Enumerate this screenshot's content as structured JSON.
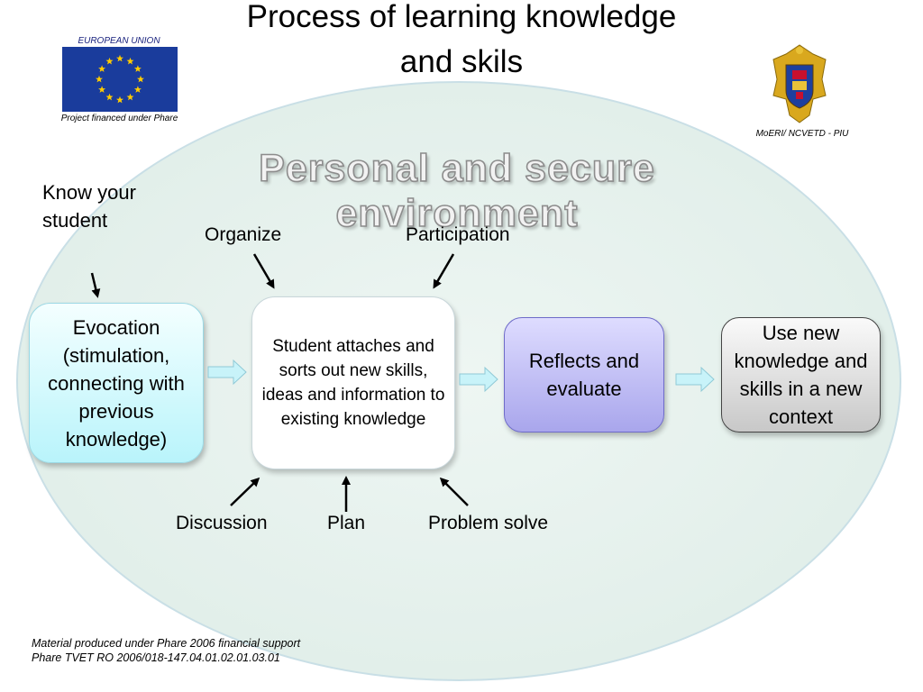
{
  "slide": {
    "title": "Process of learning knowledge and skils",
    "eu_label": "EUROPEAN UNION",
    "eu_caption": "Project financed under Phare",
    "crest_caption": "MoERI/ NCVETD - PIU",
    "environment": "Personal and secure environment",
    "know_student": "Know your student",
    "labels": {
      "organize": "Organize",
      "participation": "Participation",
      "discussion": "Discussion",
      "plan": "Plan",
      "problem_solve": "Problem solve"
    },
    "boxes": {
      "evocation": "Evocation (stimulation, connecting with previous knowledge)",
      "student": "Student attaches and sorts out new skills, ideas and information to existing knowledge",
      "reflect": "Reflects and evaluate",
      "use": "Use  new knowledge and skills in a new context"
    },
    "footer": {
      "line1": "Material produced under Phare 2006 financial support",
      "line2": "Phare TVET RO 2006/018-147.04.01.02.01.03.01"
    }
  },
  "colors": {
    "ellipse_fill": "#e2efea",
    "evocation_fill": "#b9f4fb",
    "reflect_fill": "#a9a6ec",
    "use_fill": "#c8c8c8",
    "eu_blue": "#003399",
    "eu_star": "#ffcc00",
    "flow_arrow": "#bdf0f8"
  },
  "icons": {
    "eu_flag": "eu-flag-icon",
    "crest": "romania-coat-of-arms-icon"
  }
}
